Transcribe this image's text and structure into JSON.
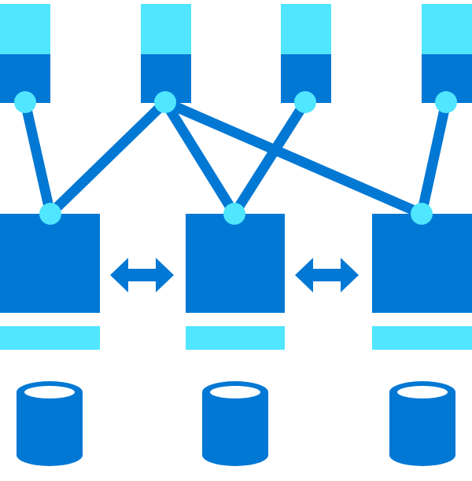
{
  "colors": {
    "dark_blue": "#0078D4",
    "light_blue": "#50E6FF",
    "background": "#FFFFFF"
  },
  "icons": {
    "top_nodes": "server-icon",
    "middle_nodes": "compute-node-icon",
    "arrows": "bidirectional-arrow-icon",
    "bottom_nodes": "database-cylinder-icon",
    "connectors": "connector-dot-icon"
  },
  "structure": {
    "top_node_count": 4,
    "middle_node_count": 3,
    "database_count": 3,
    "links": [
      [
        "top-1",
        "middle-1"
      ],
      [
        "top-2",
        "middle-1"
      ],
      [
        "top-2",
        "middle-2"
      ],
      [
        "top-2",
        "middle-3"
      ],
      [
        "top-3",
        "middle-2"
      ],
      [
        "top-4",
        "middle-3"
      ]
    ]
  }
}
